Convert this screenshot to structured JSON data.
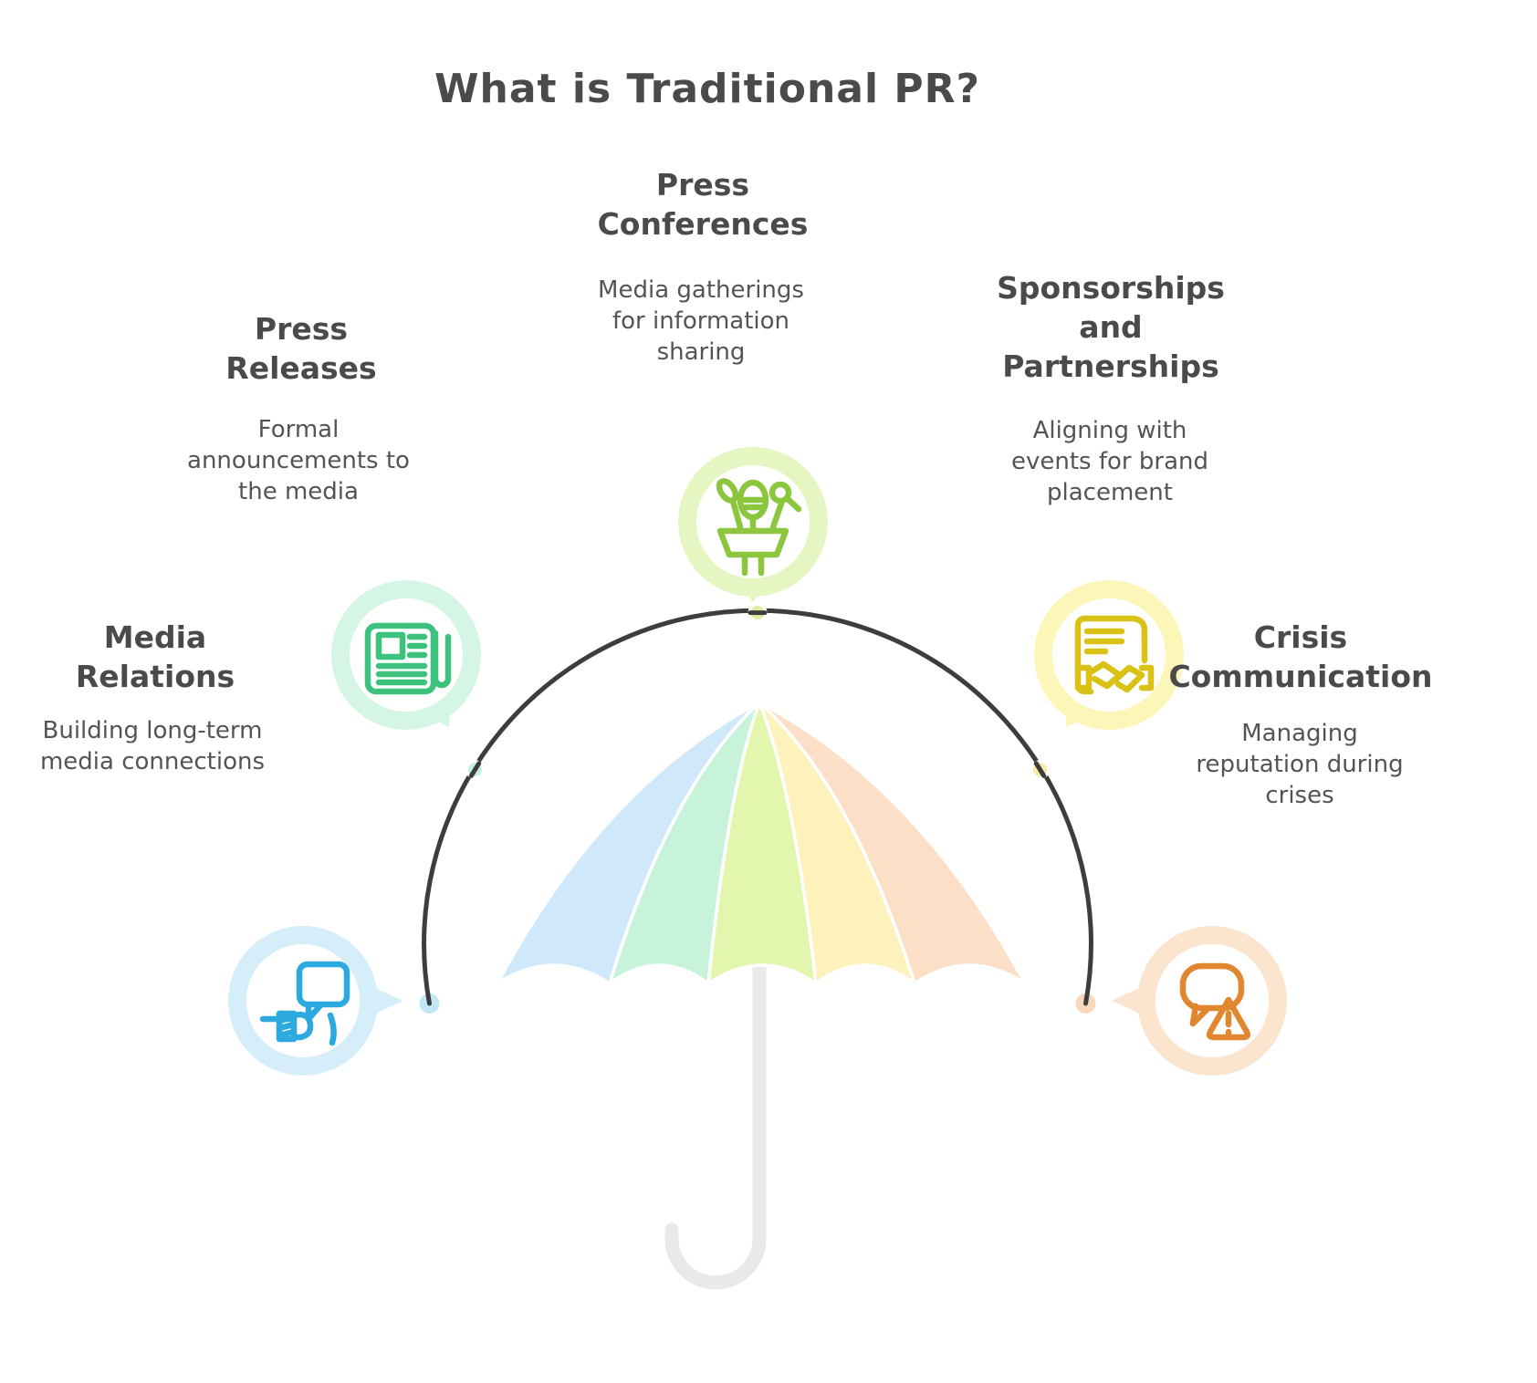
{
  "title": "What is Traditional PR?",
  "colors": {
    "heading_text": "#4a4a4a",
    "desc_text": "#545454",
    "arc": "#3d3d3d",
    "handle": "#e9e9e9",
    "background": "#ffffff"
  },
  "sections": {
    "press_releases": {
      "heading": [
        "Press",
        "Releases"
      ],
      "desc": [
        "Formal",
        "announcements to",
        "the media"
      ],
      "icon": "newspaper-icon",
      "accent": "#3cc27d",
      "ring": "#d5f6e5"
    },
    "press_conferences": {
      "heading": [
        "Press",
        "Conferences"
      ],
      "desc": [
        "Media gatherings",
        "for information",
        "sharing"
      ],
      "icon": "podium-microphones-icon",
      "accent": "#8cc63f",
      "ring": "#e5f6c3"
    },
    "sponsorships": {
      "heading": [
        "Sponsorships",
        "and",
        "Partnerships"
      ],
      "desc": [
        "Aligning with",
        "events for brand",
        "placement"
      ],
      "icon": "contract-handshake-icon",
      "accent": "#d9c116",
      "ring": "#fdf6b9"
    },
    "media_relations": {
      "heading": [
        "Media",
        "Relations"
      ],
      "desc": [
        "Building long-term",
        "media connections"
      ],
      "icon": "speech-bubble-hand-icon",
      "accent": "#2caadf",
      "ring": "#d5eefa"
    },
    "crisis_communication": {
      "heading": [
        "Crisis",
        "Communication"
      ],
      "desc": [
        "Managing",
        "reputation during",
        "crises"
      ],
      "icon": "speech-bubble-warning-icon",
      "accent": "#e0872f",
      "ring": "#fbe5cf"
    }
  },
  "umbrella": {
    "panel_colors": [
      "#cfe9fb",
      "#c7f3db",
      "#e2f6ae",
      "#fdf2bb",
      "#fbdfc6"
    ],
    "dot_colors": {
      "left_end": "#c4e7f8",
      "mid_left": "#c6f0dd",
      "top": "#d9f0a0",
      "mid_right": "#f7eca3",
      "right_end": "#f8d8bc"
    }
  }
}
